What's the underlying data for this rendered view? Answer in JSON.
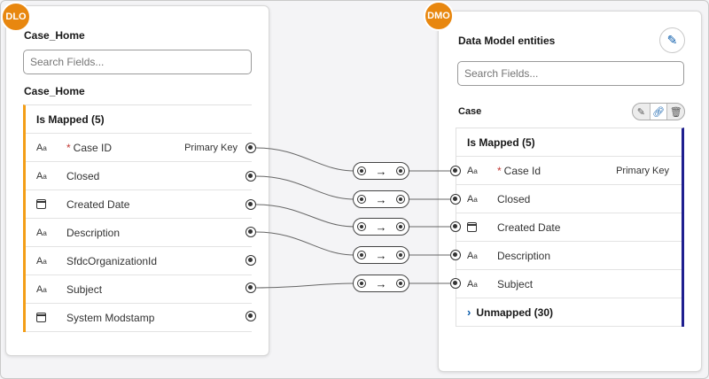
{
  "left": {
    "badge": "DLO",
    "title": "Case_Home",
    "search_placeholder": "Search Fields...",
    "subtitle": "Case_Home",
    "group_header": "Is Mapped (5)",
    "fields": [
      {
        "label": "Case ID",
        "type": "text",
        "required": true,
        "primary": "Primary Key"
      },
      {
        "label": "Closed",
        "type": "text"
      },
      {
        "label": "Created Date",
        "type": "date"
      },
      {
        "label": "Description",
        "type": "text"
      },
      {
        "label": "SfdcOrganizationId",
        "type": "text"
      },
      {
        "label": "Subject",
        "type": "text"
      },
      {
        "label": "System Modstamp",
        "type": "date"
      }
    ]
  },
  "right": {
    "badge": "DMO",
    "title": "Data Model entities",
    "search_placeholder": "Search Fields...",
    "subtitle": "Case",
    "group_header": "Is Mapped (5)",
    "fields": [
      {
        "label": "Case Id",
        "type": "text",
        "required": true,
        "primary": "Primary Key"
      },
      {
        "label": "Closed",
        "type": "text"
      },
      {
        "label": "Created Date",
        "type": "date"
      },
      {
        "label": "Description",
        "type": "text"
      },
      {
        "label": "Subject",
        "type": "text"
      }
    ],
    "unmapped": "Unmapped (30)"
  },
  "icons": {
    "text_type": "text-type-icon",
    "date_type": "calendar-icon",
    "arrow": "→",
    "edit": "pencil-icon",
    "link": "link-icon",
    "delete": "trash-icon"
  },
  "colors": {
    "badge": "#e8870f",
    "left_accent": "#f39e17",
    "right_accent": "#1f1f8f",
    "link": "#0b5cab"
  }
}
